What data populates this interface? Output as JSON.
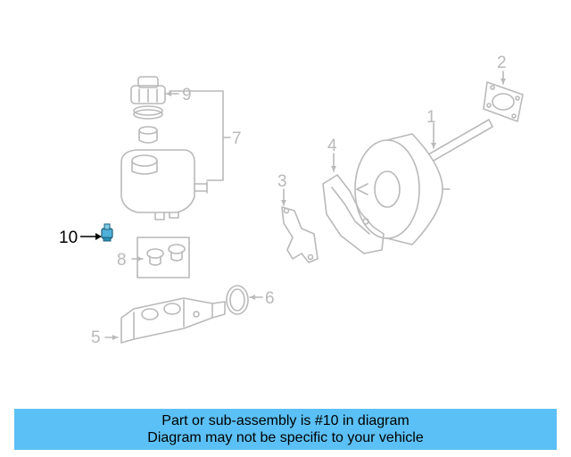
{
  "callouts": {
    "c1": "1",
    "c2": "2",
    "c3": "3",
    "c4": "4",
    "c5": "5",
    "c6": "6",
    "c7": "7",
    "c8": "8",
    "c9": "9",
    "c10": "10"
  },
  "highlighted_part": "10",
  "colors": {
    "banner_background": "#5bc0f5",
    "part_line": "#b9b9b9",
    "highlight_part": "#4fb0d8"
  },
  "banner": {
    "line1": "Part or sub-assembly is #10 in diagram",
    "line2": "Diagram may not be specific to your vehicle"
  }
}
